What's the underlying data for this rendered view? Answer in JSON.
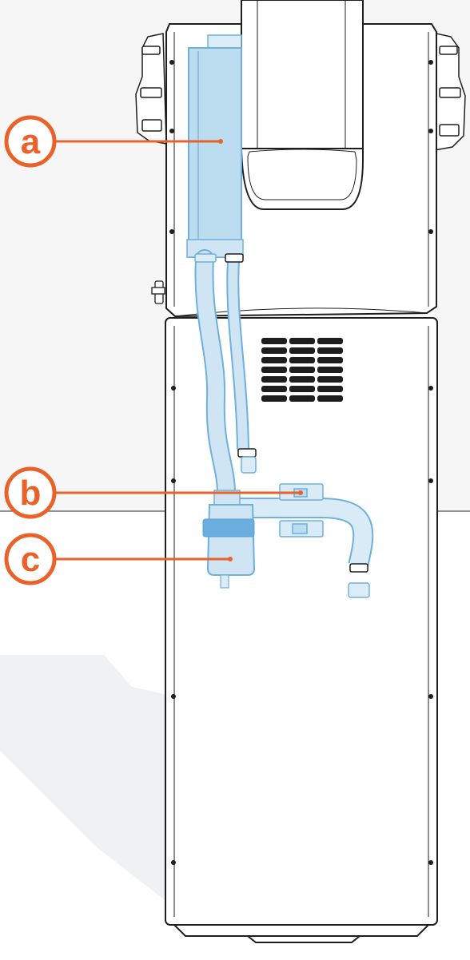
{
  "diagram": {
    "colors": {
      "callout": "#e9622a",
      "component_fill": "#bcdcf0",
      "component_stroke": "#6fb0dc",
      "band": "#6aaee0",
      "outline": "#1e1e1e",
      "background": "#f7f7f7",
      "floor": "#eeeeee"
    },
    "callouts": [
      {
        "letter": "a",
        "component": "upper-tank"
      },
      {
        "letter": "b",
        "component": "bracket"
      },
      {
        "letter": "c",
        "component": "filter"
      }
    ]
  }
}
